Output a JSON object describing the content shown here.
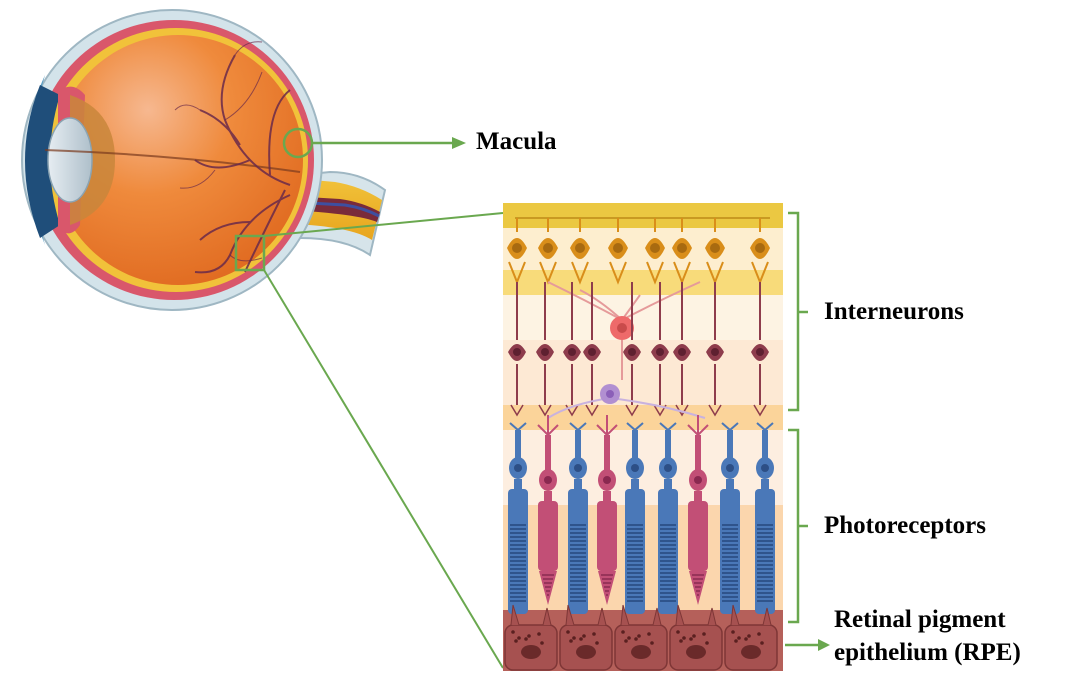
{
  "labels": {
    "macula": "Macula",
    "interneurons": "Interneurons",
    "photoreceptors": "Photoreceptors",
    "rpe_line1": "Retinal pigment",
    "rpe_line2": "epithelium (RPE)"
  },
  "colors": {
    "accent_green": "#6aa84f",
    "eyeball": "#ef8a3c",
    "sclera": "#cfe0e8",
    "ganglion": "#d98e1a",
    "bipolar": "#8e3c4c",
    "amacrine": "#ee6a6a",
    "horizontal": "#b18fd1",
    "rod": "#4a78b8",
    "cone": "#c24f76",
    "rpe": "#b5605a",
    "layer_yellow": "#f7db73",
    "layer_cream": "#fdf0dc",
    "layer_peach": "#fbd3a4"
  },
  "icons": [
    "eye-cross-section-icon",
    "retina-layers-icon"
  ]
}
